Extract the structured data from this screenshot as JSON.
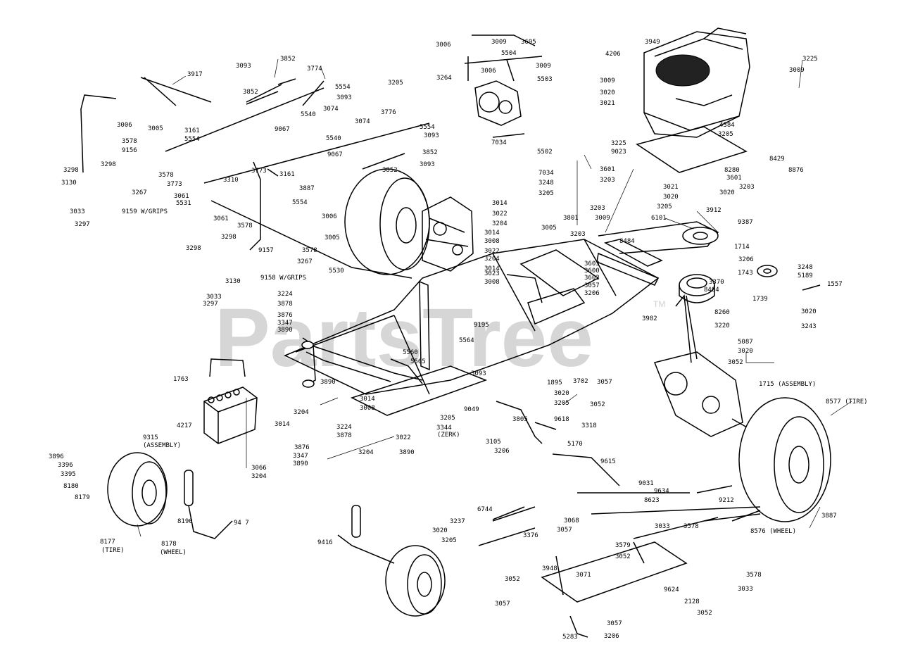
{
  "watermark": {
    "text": "PartsTree",
    "trademark": "TM"
  },
  "labels": [
    {
      "id": "3917",
      "t": "3917"
    },
    {
      "id": "3852a",
      "t": "3852"
    },
    {
      "id": "3093a",
      "t": "3093"
    },
    {
      "id": "3774a",
      "t": "3774"
    },
    {
      "id": "3852b",
      "t": "3852"
    },
    {
      "id": "5554a",
      "t": "5554"
    },
    {
      "id": "3093b",
      "t": "3093"
    },
    {
      "id": "3074a",
      "t": "3074"
    },
    {
      "id": "5540a",
      "t": "5540"
    },
    {
      "id": "3006a",
      "t": "3006"
    },
    {
      "id": "3005a",
      "t": "3005"
    },
    {
      "id": "3161a",
      "t": "3161"
    },
    {
      "id": "5554b",
      "t": "5554"
    },
    {
      "id": "3578a",
      "t": "3578"
    },
    {
      "id": "9156",
      "t": "9156"
    },
    {
      "id": "9067a",
      "t": "9067"
    },
    {
      "id": "3298a",
      "t": "3298"
    },
    {
      "id": "3298b",
      "t": "3298"
    },
    {
      "id": "3578b",
      "t": "3578"
    },
    {
      "id": "3773a",
      "t": "3773"
    },
    {
      "id": "3130a",
      "t": "3130"
    },
    {
      "id": "3267a",
      "t": "3267"
    },
    {
      "id": "3061a",
      "t": "3061"
    },
    {
      "id": "3310",
      "t": "3310"
    },
    {
      "id": "3033a",
      "t": "3033"
    },
    {
      "id": "9159",
      "t": "9159 W/GRIPS"
    },
    {
      "id": "5531",
      "t": "5531"
    },
    {
      "id": "3297a",
      "t": "3297"
    },
    {
      "id": "3061b",
      "t": "3061"
    },
    {
      "id": "3773b",
      "t": "3773"
    },
    {
      "id": "3161b",
      "t": "3161"
    },
    {
      "id": "3887a",
      "t": "3887"
    },
    {
      "id": "5554c",
      "t": "5554"
    },
    {
      "id": "3006b",
      "t": "3006"
    },
    {
      "id": "3578c",
      "t": "3578"
    },
    {
      "id": "3005b",
      "t": "3005"
    },
    {
      "id": "3298c",
      "t": "3298"
    },
    {
      "id": "9157",
      "t": "9157"
    },
    {
      "id": "3578d",
      "t": "3578"
    },
    {
      "id": "3267b",
      "t": "3267"
    },
    {
      "id": "3298d",
      "t": "3298"
    },
    {
      "id": "3130b",
      "t": "3130"
    },
    {
      "id": "9158",
      "t": "9158 W/GRIPS"
    },
    {
      "id": "5530",
      "t": "5530"
    },
    {
      "id": "3033b",
      "t": "3033"
    },
    {
      "id": "3297b",
      "t": "3297"
    },
    {
      "id": "3224a",
      "t": "3224"
    },
    {
      "id": "3878a",
      "t": "3878"
    },
    {
      "id": "3876a",
      "t": "3876"
    },
    {
      "id": "3347a",
      "t": "3347"
    },
    {
      "id": "3890a",
      "t": "3890"
    },
    {
      "id": "1763a",
      "t": "1763"
    },
    {
      "id": "3890b",
      "t": "3890"
    },
    {
      "id": "3204a",
      "t": "3204"
    },
    {
      "id": "4217",
      "t": "4217"
    },
    {
      "id": "3014a",
      "t": "3014"
    },
    {
      "id": "3066",
      "t": "3066"
    },
    {
      "id": "3204b",
      "t": "3204"
    },
    {
      "id": "9315",
      "t": "9315"
    },
    {
      "id": "assembly1",
      "t": "(ASSEMBLY)"
    },
    {
      "id": "3896",
      "t": "3896"
    },
    {
      "id": "3396",
      "t": "3396"
    },
    {
      "id": "3395",
      "t": "3395"
    },
    {
      "id": "8180",
      "t": "8180"
    },
    {
      "id": "8179",
      "t": "8179"
    },
    {
      "id": "8190",
      "t": "8190"
    },
    {
      "id": "947",
      "t": "94 7"
    },
    {
      "id": "8177",
      "t": "8177"
    },
    {
      "id": "tire1",
      "t": "(TIRE)"
    },
    {
      "id": "8178",
      "t": "8178"
    },
    {
      "id": "wheel1",
      "t": "(WHEEL)"
    },
    {
      "id": "3006c",
      "t": "3006"
    },
    {
      "id": "3009a",
      "t": "3009"
    },
    {
      "id": "3695",
      "t": "3695"
    },
    {
      "id": "5504",
      "t": "5504"
    },
    {
      "id": "3009b",
      "t": "3009"
    },
    {
      "id": "3205a",
      "t": "3205"
    },
    {
      "id": "3264",
      "t": "3264"
    },
    {
      "id": "3006d",
      "t": "3006"
    },
    {
      "id": "5503",
      "t": "5503"
    },
    {
      "id": "3776",
      "t": "3776"
    },
    {
      "id": "5554d",
      "t": "5554"
    },
    {
      "id": "3074b",
      "t": "3074"
    },
    {
      "id": "3093c",
      "t": "3093"
    },
    {
      "id": "5540b",
      "t": "5540"
    },
    {
      "id": "3852c",
      "t": "3852"
    },
    {
      "id": "9067b",
      "t": "9067"
    },
    {
      "id": "3093d",
      "t": "3093"
    },
    {
      "id": "3852d",
      "t": "3852"
    },
    {
      "id": "7034a",
      "t": "7034"
    },
    {
      "id": "5502",
      "t": "5502"
    },
    {
      "id": "7034b",
      "t": "7034"
    },
    {
      "id": "3248a",
      "t": "3248"
    },
    {
      "id": "3205b",
      "t": "3205"
    },
    {
      "id": "4206",
      "t": "4206"
    },
    {
      "id": "3949",
      "t": "3949"
    },
    {
      "id": "3225a",
      "t": "3225"
    },
    {
      "id": "3009c",
      "t": "3009"
    },
    {
      "id": "3009d",
      "t": "3009"
    },
    {
      "id": "3020a",
      "t": "3020"
    },
    {
      "id": "3021a",
      "t": "3021"
    },
    {
      "id": "4384",
      "t": "4384"
    },
    {
      "id": "3205c",
      "t": "3205"
    },
    {
      "id": "3225b",
      "t": "3225"
    },
    {
      "id": "9023",
      "t": "9023"
    },
    {
      "id": "8429",
      "t": "8429"
    },
    {
      "id": "8280",
      "t": "8280"
    },
    {
      "id": "8876",
      "t": "8876"
    },
    {
      "id": "3601a",
      "t": "3601"
    },
    {
      "id": "3601b",
      "t": "3601"
    },
    {
      "id": "3203a",
      "t": "3203"
    },
    {
      "id": "3021b",
      "t": "3021"
    },
    {
      "id": "3203b",
      "t": "3203"
    },
    {
      "id": "3020b",
      "t": "3020"
    },
    {
      "id": "3020c",
      "t": "3020"
    },
    {
      "id": "3205d",
      "t": "3205"
    },
    {
      "id": "3912",
      "t": "3912"
    },
    {
      "id": "3014b",
      "t": "3014"
    },
    {
      "id": "3022a",
      "t": "3022"
    },
    {
      "id": "3204c",
      "t": "3204"
    },
    {
      "id": "3801",
      "t": "3801"
    },
    {
      "id": "3203c",
      "t": "3203"
    },
    {
      "id": "3009e",
      "t": "3009"
    },
    {
      "id": "3014c",
      "t": "3014"
    },
    {
      "id": "3005c",
      "t": "3005"
    },
    {
      "id": "3203d",
      "t": "3203"
    },
    {
      "id": "6101",
      "t": "6101"
    },
    {
      "id": "9387",
      "t": "9387"
    },
    {
      "id": "3008a",
      "t": "3008"
    },
    {
      "id": "3022b",
      "t": "3022"
    },
    {
      "id": "3204d",
      "t": "3204"
    },
    {
      "id": "8484",
      "t": "8484"
    },
    {
      "id": "1714",
      "t": "1714"
    },
    {
      "id": "3603",
      "t": "3603"
    },
    {
      "id": "3206a",
      "t": "3206"
    },
    {
      "id": "3600",
      "t": "3600"
    },
    {
      "id": "3014d",
      "t": "3014"
    },
    {
      "id": "3602",
      "t": "3602"
    },
    {
      "id": "3023",
      "t": "3023"
    },
    {
      "id": "3057a",
      "t": "3057"
    },
    {
      "id": "3008b",
      "t": "3008"
    },
    {
      "id": "3206b",
      "t": "3206"
    },
    {
      "id": "1743",
      "t": "1743"
    },
    {
      "id": "3248b",
      "t": "3248"
    },
    {
      "id": "5189",
      "t": "5189"
    },
    {
      "id": "3370",
      "t": "3370"
    },
    {
      "id": "1557",
      "t": "1557"
    },
    {
      "id": "8404",
      "t": "8404"
    },
    {
      "id": "1739",
      "t": "1739"
    },
    {
      "id": "3020d",
      "t": "3020"
    },
    {
      "id": "8260",
      "t": "8260"
    },
    {
      "id": "3982",
      "t": "3982"
    },
    {
      "id": "3220",
      "t": "3220"
    },
    {
      "id": "3243",
      "t": "3243"
    },
    {
      "id": "9195",
      "t": "9195"
    },
    {
      "id": "5087",
      "t": "5087"
    },
    {
      "id": "3020e",
      "t": "3020"
    },
    {
      "id": "5564",
      "t": "5564"
    },
    {
      "id": "5560",
      "t": "5560"
    },
    {
      "id": "5565",
      "t": "5565"
    },
    {
      "id": "3052a",
      "t": "3052"
    },
    {
      "id": "3093e",
      "t": "3093"
    },
    {
      "id": "1895",
      "t": "1895"
    },
    {
      "id": "3702",
      "t": "3702"
    },
    {
      "id": "3057b",
      "t": "3057"
    },
    {
      "id": "1715",
      "t": "1715 (ASSEMBLY)"
    },
    {
      "id": "3020f",
      "t": "3020"
    },
    {
      "id": "3205e",
      "t": "3205"
    },
    {
      "id": "3052b",
      "t": "3052"
    },
    {
      "id": "8577",
      "t": "8577 (TIRE)"
    },
    {
      "id": "3014e",
      "t": "3014"
    },
    {
      "id": "3008c",
      "t": "3008"
    },
    {
      "id": "9049",
      "t": "9049"
    },
    {
      "id": "3205f",
      "t": "3205"
    },
    {
      "id": "3805",
      "t": "3805"
    },
    {
      "id": "9618",
      "t": "9618"
    },
    {
      "id": "3318",
      "t": "3318"
    },
    {
      "id": "3224b",
      "t": "3224"
    },
    {
      "id": "3878b",
      "t": "3878"
    },
    {
      "id": "3344",
      "t": "3344"
    },
    {
      "id": "zerk",
      "t": "(ZERK)"
    },
    {
      "id": "3105",
      "t": "3105"
    },
    {
      "id": "3022c",
      "t": "3022"
    },
    {
      "id": "5170",
      "t": "5170"
    },
    {
      "id": "3876b",
      "t": "3876"
    },
    {
      "id": "3204e",
      "t": "3204"
    },
    {
      "id": "3206c",
      "t": "3206"
    },
    {
      "id": "3347b",
      "t": "3347"
    },
    {
      "id": "3890c",
      "t": "3890"
    },
    {
      "id": "3890d",
      "t": "3890"
    },
    {
      "id": "9615",
      "t": "9615"
    },
    {
      "id": "9031",
      "t": "9031"
    },
    {
      "id": "9634",
      "t": "9634"
    },
    {
      "id": "8623",
      "t": "8623"
    },
    {
      "id": "9212",
      "t": "9212"
    },
    {
      "id": "3887b",
      "t": "3887"
    },
    {
      "id": "6744",
      "t": "6744"
    },
    {
      "id": "3237",
      "t": "3237"
    },
    {
      "id": "3068",
      "t": "3068"
    },
    {
      "id": "3020g",
      "t": "3020"
    },
    {
      "id": "3057c",
      "t": "3057"
    },
    {
      "id": "3033c",
      "t": "3033"
    },
    {
      "id": "3578e",
      "t": "3578"
    },
    {
      "id": "8576",
      "t": "8576 (WHEEL)"
    },
    {
      "id": "9416",
      "t": "9416"
    },
    {
      "id": "3205g",
      "t": "3205"
    },
    {
      "id": "3376",
      "t": "3376"
    },
    {
      "id": "3579",
      "t": "3579"
    },
    {
      "id": "3052c",
      "t": "3052"
    },
    {
      "id": "3948",
      "t": "3948"
    },
    {
      "id": "3071",
      "t": "3071"
    },
    {
      "id": "3052d",
      "t": "3052"
    },
    {
      "id": "3578f",
      "t": "3578"
    },
    {
      "id": "9624",
      "t": "9624"
    },
    {
      "id": "3033d",
      "t": "3033"
    },
    {
      "id": "2128",
      "t": "2128"
    },
    {
      "id": "3057d",
      "t": "3057"
    },
    {
      "id": "3052e",
      "t": "3052"
    },
    {
      "id": "3057e",
      "t": "3057"
    },
    {
      "id": "5283",
      "t": "5283"
    },
    {
      "id": "3206d",
      "t": "3206"
    }
  ]
}
